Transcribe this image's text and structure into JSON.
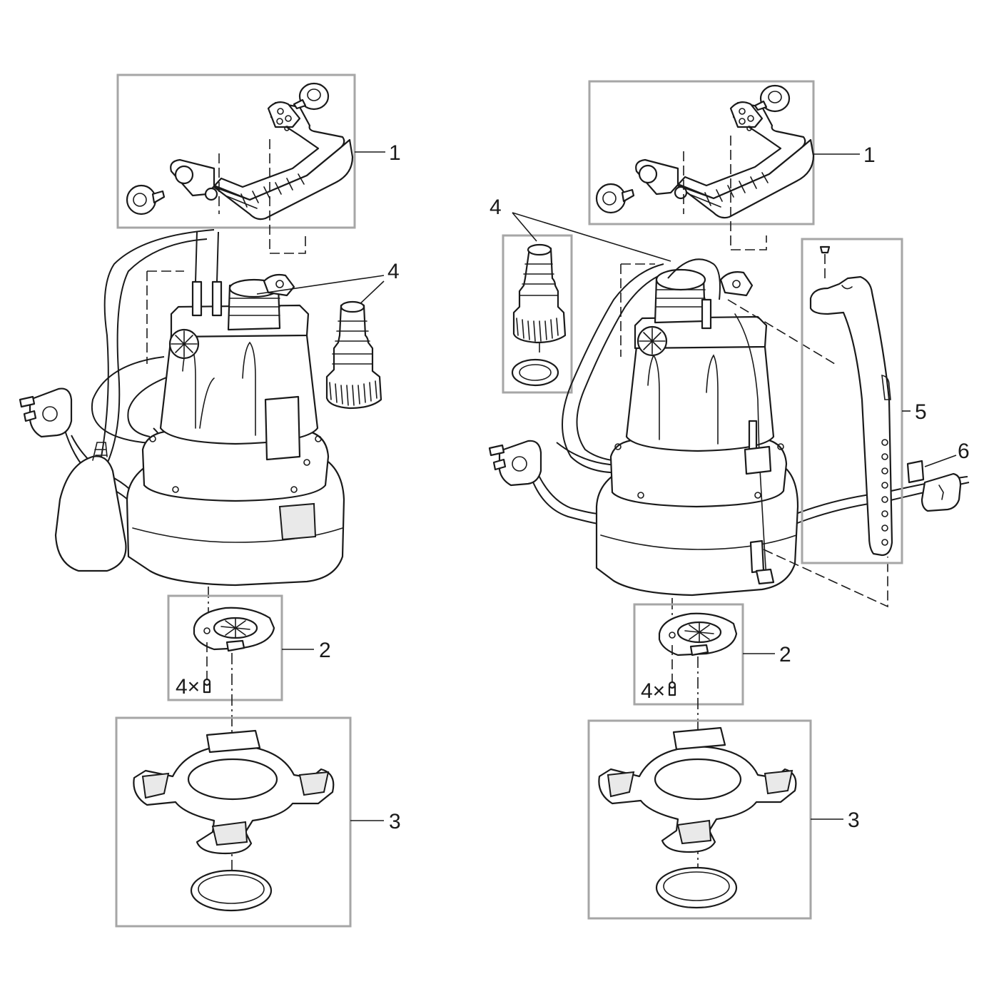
{
  "callouts": {
    "left": {
      "handle": "1",
      "base_plate": "2",
      "screws_qty": "4×",
      "foot_stand": "3",
      "hose_adapter": "4"
    },
    "right": {
      "handle": "1",
      "base_plate": "2",
      "screws_qty": "4×",
      "foot_stand": "3",
      "hose_adapter": "4",
      "level_switch_rail": "5",
      "level_switch": "6"
    }
  },
  "colors": {
    "box_border": "#a6a6a6",
    "line": "#1a1a1a",
    "background": "#ffffff"
  }
}
